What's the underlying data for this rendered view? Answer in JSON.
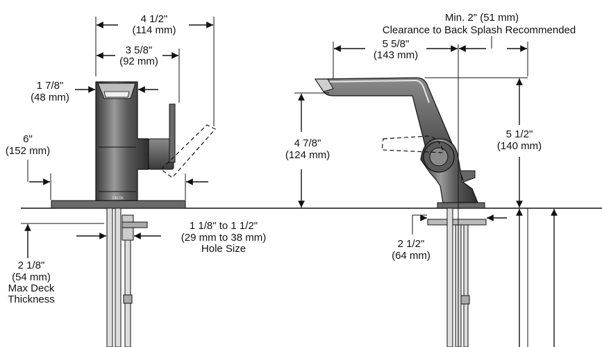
{
  "front_view": {
    "width_overall": {
      "line1": "4 1/2\"",
      "line2": "(114 mm)"
    },
    "width_body": {
      "line1": "3 5/8\"",
      "line2": "(92 mm)"
    },
    "spout_width": {
      "line1": "1 7/8\"",
      "line2": "(48 mm)"
    },
    "plate_offset": {
      "line1": "6\"",
      "line2": "(152 mm)"
    },
    "hole_size": {
      "line1": "1 1/8\" to 1 1/2\"",
      "line2": "(29 mm to 38 mm)",
      "line3": "Hole Size"
    },
    "deck_thickness": {
      "line1": "2 1/8\"",
      "line2": "(54 mm)",
      "line3": "Max Deck",
      "line4": "Thickness"
    },
    "brand_mark": "DELTA"
  },
  "side_view": {
    "backsplash": {
      "line1": "Min. 2\" (51 mm)",
      "line2": "Clearance to Back Splash Recommended"
    },
    "spout_reach": {
      "line1": "5 5/8\"",
      "line2": "(143 mm)"
    },
    "spout_height": {
      "line1": "4 7/8\"",
      "line2": "(124 mm)"
    },
    "overall_height": {
      "line1": "5 1/2\"",
      "line2": "(140 mm)"
    },
    "base_depth": {
      "line1": "2 1/2\"",
      "line2": "(64 mm)"
    }
  },
  "colors": {
    "line": "#111111",
    "fill_dark": "#555555",
    "fill_light": "#d9d9d9"
  }
}
